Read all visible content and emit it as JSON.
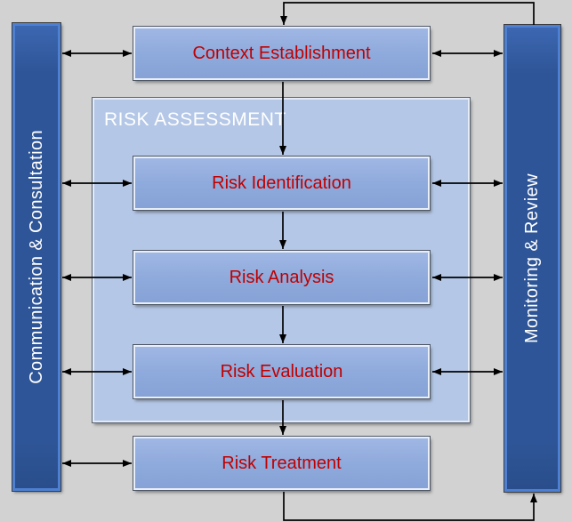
{
  "diagram": {
    "background_color": "#d2d2d2",
    "connector_color": "#000000"
  },
  "sidebars": {
    "left": {
      "label": "Communication & Consultation",
      "fill": "#2e5597",
      "text_color": "#ffffff"
    },
    "right": {
      "label": "Monitoring & Review",
      "fill": "#2e5597",
      "text_color": "#ffffff"
    }
  },
  "assessment_group": {
    "label": "RISK ASSESSMENT",
    "fill": "#b4c7e7",
    "text_color": "#ffffff"
  },
  "process_boxes": [
    {
      "label": "Context Establishment"
    },
    {
      "label": "Risk Identification"
    },
    {
      "label": "Risk Analysis"
    },
    {
      "label": "Risk Evaluation"
    },
    {
      "label": "Risk Treatment"
    }
  ],
  "process_box_style": {
    "fill": "#8faadc",
    "text_color": "#c00000"
  }
}
